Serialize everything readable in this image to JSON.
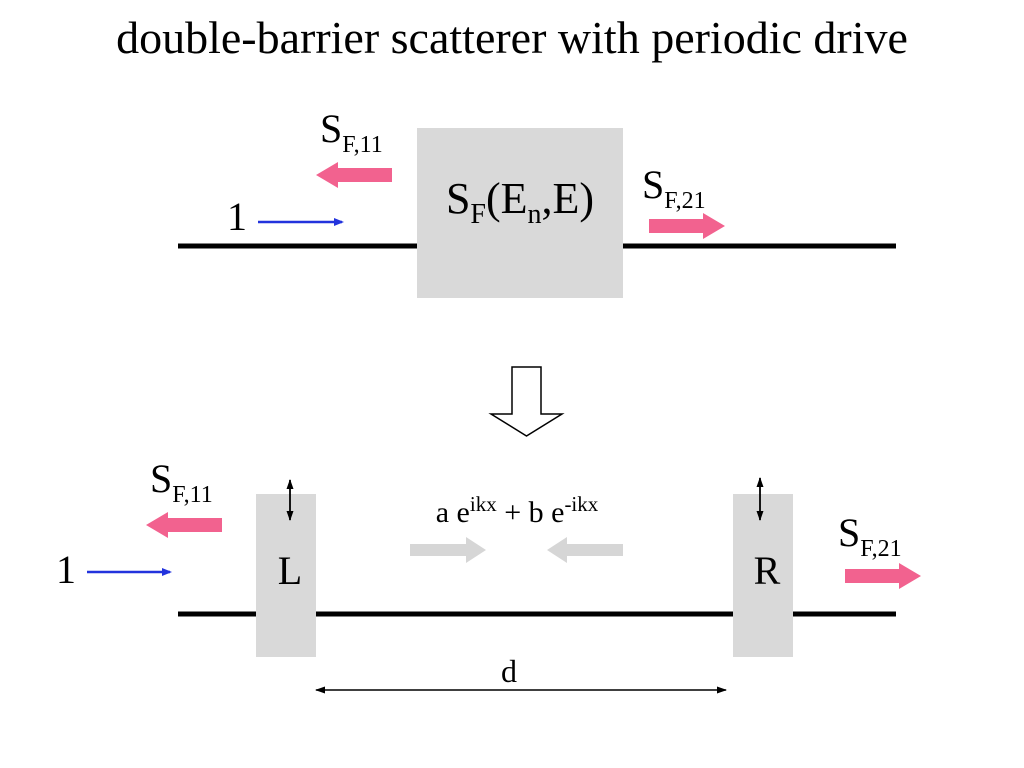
{
  "title": "double-barrier scatterer with periodic drive",
  "colors": {
    "reflected_transmitted_arrow": "#f2628f",
    "incident_arrow": "#2233dd",
    "box_fill": "#d9d9d9",
    "wave_arrow": "#d6d6d6",
    "wire": "#000000"
  },
  "top": {
    "incident_label": "1",
    "reflected": {
      "base": "S",
      "sub": "F,11"
    },
    "transmitted": {
      "base": "S",
      "sub": "F,21"
    },
    "box": {
      "base": "S",
      "sub1": "F",
      "open": "(E",
      "sub2": "n",
      "close": ",E)"
    }
  },
  "transition_arrow": "hollow-down-arrow",
  "bottom": {
    "incident_label": "1",
    "reflected": {
      "base": "S",
      "sub": "F,11"
    },
    "transmitted": {
      "base": "S",
      "sub": "F,21"
    },
    "left_barrier": "L",
    "right_barrier": "R",
    "wave": {
      "a_part": "a e",
      "a_sup": "ikx",
      "plus_b": " + b e",
      "b_sup": "-ikx"
    },
    "distance_label": "d"
  }
}
